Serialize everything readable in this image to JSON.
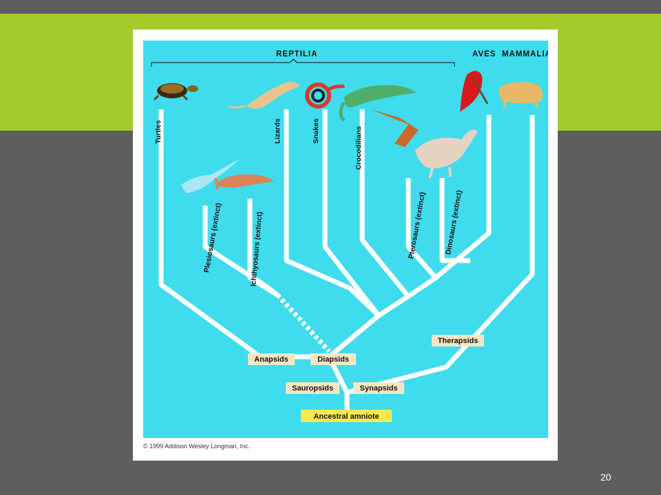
{
  "groups": {
    "reptilia": "Reptilia",
    "aves": "Aves",
    "mammalia": "Mammalia"
  },
  "taxa": [
    {
      "key": "turtles",
      "label": "Turtles"
    },
    {
      "key": "plesiosaurs",
      "label": "Plesiosaurs (extinct)"
    },
    {
      "key": "ichthyosaurs",
      "label": "Ichthyosaurs (extinct)"
    },
    {
      "key": "lizards",
      "label": "Lizards"
    },
    {
      "key": "snakes",
      "label": "Snakes"
    },
    {
      "key": "crocodilians",
      "label": "Crocodilians"
    },
    {
      "key": "pterosaurs",
      "label": "Pterosaurs (extinct)"
    },
    {
      "key": "dinosaurs",
      "label": "Dinosaurs (extinct)"
    }
  ],
  "nodes": {
    "anapsids": "Anapsids",
    "diapsids": "Diapsids",
    "sauropsids": "Sauropsids",
    "synapsids": "Synapsids",
    "therapsids": "Therapsids",
    "ancestral": "Ancestral amniote"
  },
  "colors": {
    "background": "#5e5e5e",
    "accent_band": "#a3cc2b",
    "diagram_bg": "#3fdcee",
    "branch": "#ffffff",
    "node_box": "#f6e7c4",
    "root_box": "#f8ea4d"
  },
  "copyright": "© 1999 Addison Wesley Longman, Inc.",
  "page_number": "20"
}
